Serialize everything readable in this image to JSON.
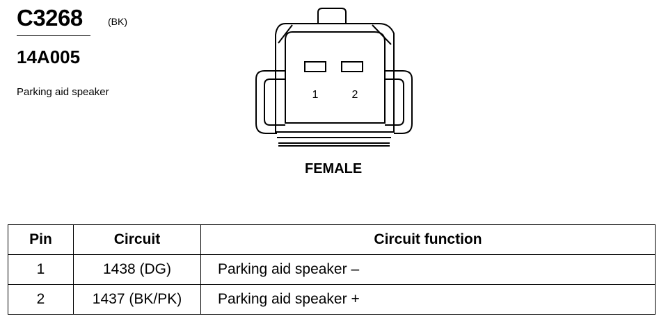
{
  "connector": {
    "id": "C3268",
    "color_code": "(BK)",
    "part_number": "14A005",
    "description": "Parking aid speaker",
    "gender": "FEMALE",
    "pin_labels": [
      "1",
      "2"
    ]
  },
  "table": {
    "headers": {
      "pin": "Pin",
      "circuit": "Circuit",
      "function": "Circuit function"
    },
    "rows": [
      {
        "pin": "1",
        "circuit": "1438 (DG)",
        "function": "Parking aid speaker –"
      },
      {
        "pin": "2",
        "circuit": "1437 (BK/PK)",
        "function": "Parking aid speaker +"
      }
    ]
  }
}
